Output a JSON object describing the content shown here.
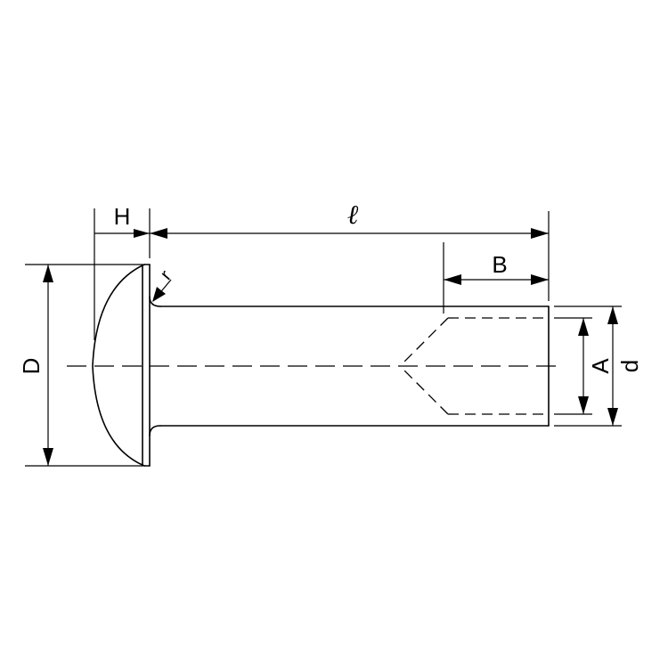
{
  "dimensions": {
    "head_height": "H",
    "length": "ℓ",
    "drill_depth": "B",
    "head_diameter": "D",
    "drill_diameter": "A",
    "shank_diameter": "d",
    "fillet_radius": "r"
  },
  "colors": {
    "line": "#000000",
    "background": "#ffffff"
  }
}
